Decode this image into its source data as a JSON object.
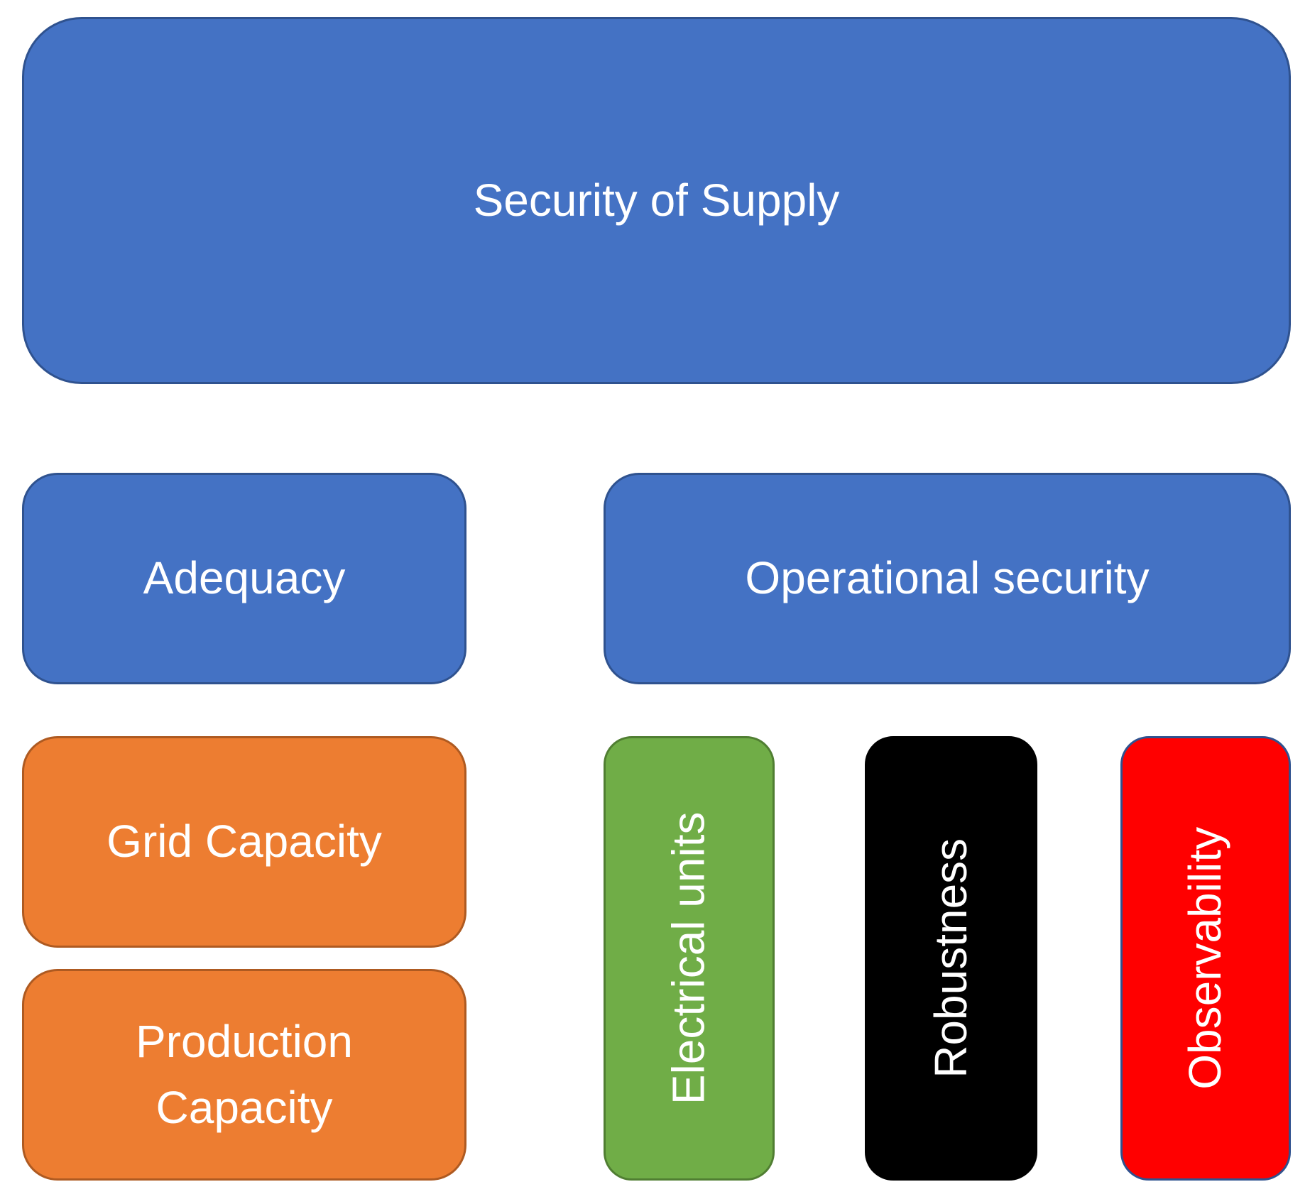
{
  "diagram": {
    "root": {
      "label": "Security of Supply"
    },
    "branches": [
      {
        "label": "Adequacy"
      },
      {
        "label": "Operational security"
      }
    ],
    "adequacy_children": [
      {
        "label": "Grid Capacity"
      },
      {
        "label": "Production Capacity"
      }
    ],
    "operational_children": [
      {
        "label": "Electrical units"
      },
      {
        "label": "Robustness"
      },
      {
        "label": "Observability"
      }
    ]
  },
  "colors": {
    "blue": "#4472C4",
    "orange": "#ED7D31",
    "green": "#70AD47",
    "black": "#000000",
    "red": "#FF0000",
    "text": "#FFFFFF"
  }
}
